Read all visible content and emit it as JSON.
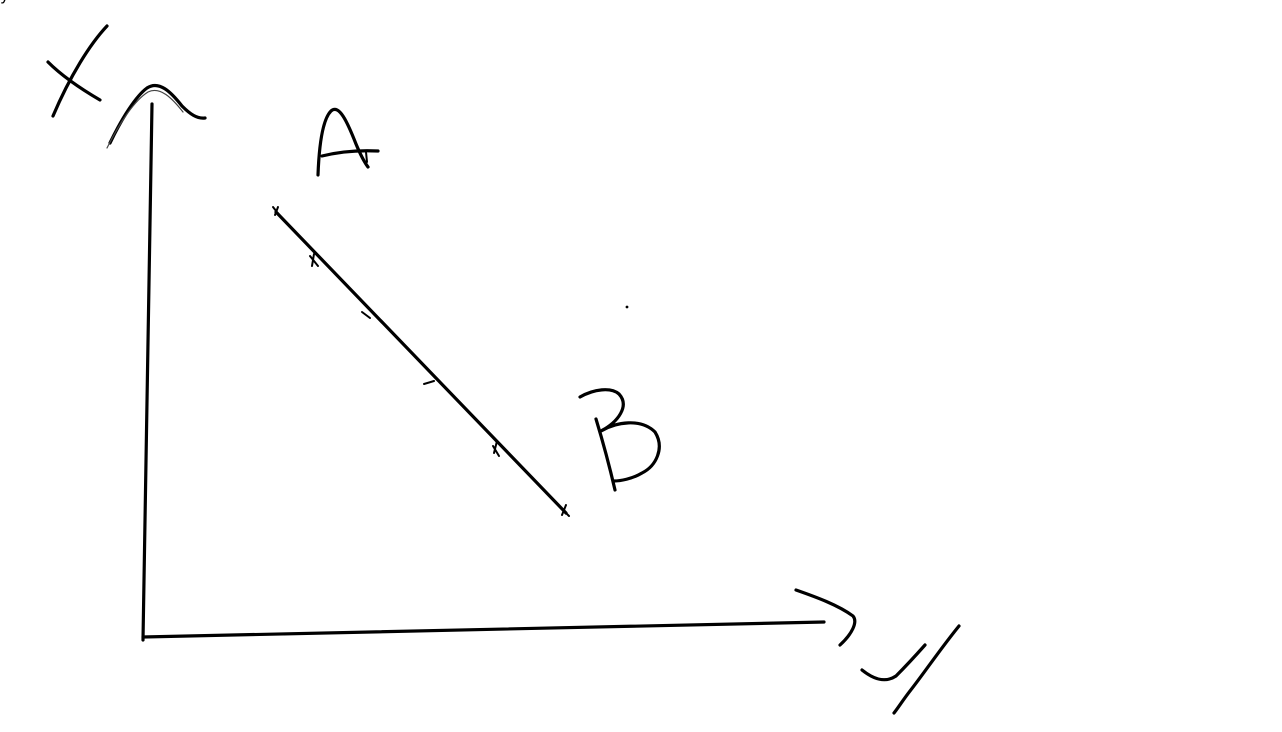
{
  "diagram": {
    "axes": {
      "vertical_label": "X",
      "horizontal_label": "y"
    },
    "segment": {
      "start_label": "A",
      "end_label": "B",
      "marks": [
        "",
        "",
        "",
        "",
        "",
        ""
      ]
    },
    "colors": {
      "ink": "#000000",
      "background": "#ffffff"
    }
  }
}
